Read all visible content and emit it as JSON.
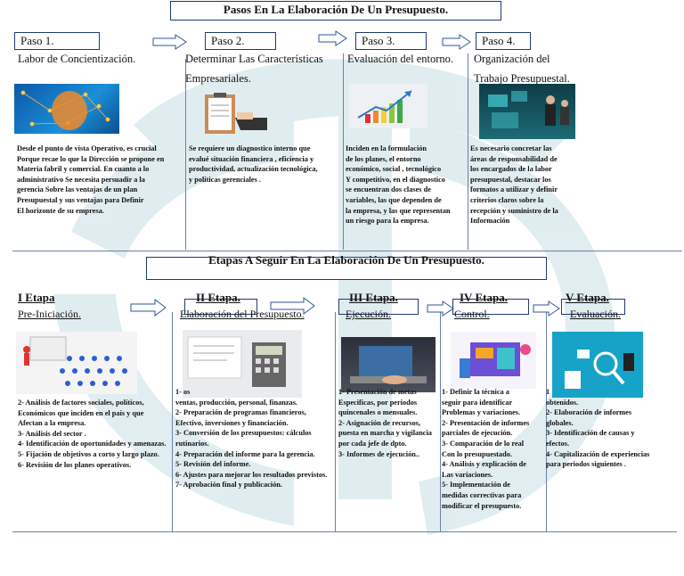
{
  "header": {
    "title": "Pasos En La Elaboración De Un Presupuesto."
  },
  "steps": [
    {
      "label": "Paso 1.",
      "heading": "Labor de Concientización.",
      "text": "Desde el punto de vista Operativo, es crucial\nPorque recae lo que la  Dirección se propone en\nMateria fabril y comercial. En cuanto a lo\n administrativo Se necesita persuadir  a la\n gerencia  Sobre las ventajas  de un plan\nPresupuestal  y sus ventajas para Definir\nEl horizonte  de su empresa."
    },
    {
      "label": "Paso 2.",
      "heading": "Determinar Las Características\nEmpresariales.",
      "text": " Se requiere un diagnostico  interno que\n evalué  situación financiera , eficiencia y\n productividad, actualización  tecnológica,\n y políticas gerenciales ."
    },
    {
      "label": "Paso 3.",
      "heading": "Evaluación del entorno.",
      "text": "Inciden en la formulación\nde los planes, el entorno\n económico, social , tecnológico\n Y competitivo, en el diagnostico\n se encuentran dos clases de\n variables, las que dependen de\n la empresa, y las que representan\n  un riesgo para la empresa."
    },
    {
      "label": "Paso 4.",
      "heading": "Organización del\nTrabajo Presupuestal.",
      "text": "Es  necesario concretar las\náreas de responsabilidad de\nlos encargados de la labor\n presupuestal, destacar los\n formatos a utilizar y definir\n criterios claros sobre la\n recepción y suministro de la\n Información"
    }
  ],
  "section2": {
    "title": "Etapas A Seguir En La Elaboración De Un Presupuesto."
  },
  "etapas": [
    {
      "title": "I Etapa",
      "sub": "Pre-Iniciación.",
      "text": "2- Análisis de  factores  sociales, políticos,\nEconómicos que inciden en el país y que\nAfectan a la empresa.\n3- Análisis del sector .\n4- Identificación de oportunidades y amenazas.\n5- Fijación de objetivos a corto y largo plazo.\n6- Revisión de los planes operativos."
    },
    {
      "title": "II Etapa.",
      "sub": "Elaboración del Presupuesto.",
      "text": "1-                                                        os\nventas, producción, personal, finanzas.\n2- Preparación de programas financieros,\nEfectivo, inversiones y financiación.\n3- Conversión de los presupuestos: cálculos\n rutinarios.\n4- Preparación del informe para la gerencia.\n5- Revisión del informe.\n6- Ajustes para mejorar los resultados previstos.\n7-  Aprobación final y publicación."
    },
    {
      "title": "III Etapa.",
      "sub": "Ejecución.",
      "text": "1- Presentación de metas\n Especificas, por periodos\n quincenales  o mensuales.\n2- Asignación de recursos,\npuesta en marcha y vigilancia\npor cada jefe de dpto.\n 3- Informes de ejecución.."
    },
    {
      "title": "IV Etapa.",
      "sub": "Control.",
      "text": "1- Definir la técnica a\n seguir  para identificar\n Problemas y variaciones.\n2- Presentación de informes\nparciales de ejecución.\n3- Comparación de lo real\n Con lo presupuestado.\n4- Análisis y explicación de\nLas variaciones.\n5- Implementación de\nmedidas correctivas para\nmodificar el presupuesto."
    },
    {
      "title": "V Etapa.",
      "sub": "Evaluación.",
      "text": "1\n obtenidos.\n 2-  Elaboración  de informes\nglobales.\n3-  Identificación  de causas  y\nefectos.\n 4-  Capitalización de experiencias\npara  periodos  siguientes ."
    }
  ],
  "colors": {
    "border": "#1f3a6e",
    "watermark": "#cfe3ea",
    "arrow": "#2f5597"
  }
}
